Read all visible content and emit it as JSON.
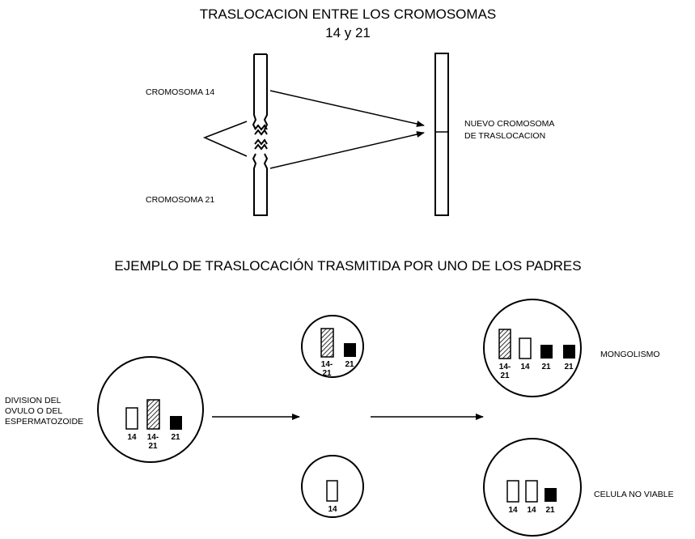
{
  "top": {
    "title_line1": "TRASLOCACION ENTRE LOS CROMOSOMAS",
    "title_line2": "14 y 21",
    "label_chr14": "CROMOSOMA 14",
    "label_chr21": "CROMOSOMA 21",
    "label_new_line1": "NUEVO CROMOSOMA",
    "label_new_line2": "DE TRASLOCACION"
  },
  "bottom": {
    "title": "EJEMPLO DE TRASLOCACIÓN TRASMITIDA POR UNO DE LOS PADRES",
    "parent_label_line1": "DIVISION DEL",
    "parent_label_line2": "OVULO O DEL",
    "parent_label_line3": "ESPERMATOZOIDE",
    "result_top_label": "MONGOLISMO",
    "result_bottom_label": "CELULA NO VIABLE"
  },
  "chromosome_labels": {
    "c14": "14",
    "c14_21_line1": "14-",
    "c14_21_line2": "21",
    "c21": "21"
  },
  "colors": {
    "ink": "#000000",
    "background": "#ffffff"
  }
}
